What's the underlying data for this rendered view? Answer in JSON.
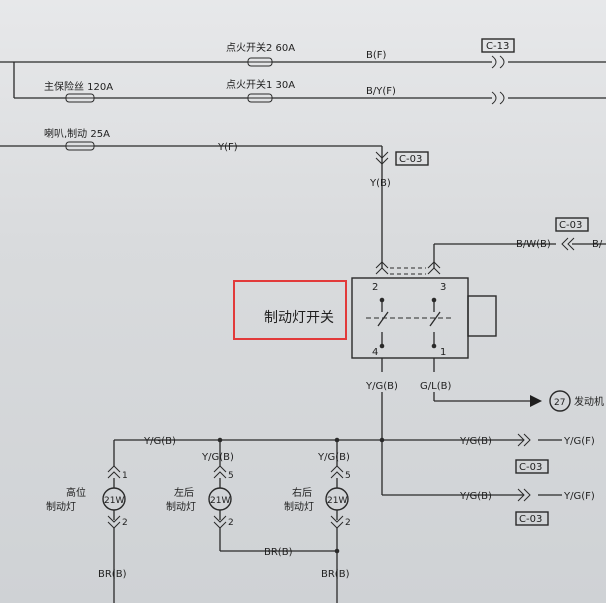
{
  "fuses": {
    "ign2": "点火开关2 60A",
    "ign1": "点火开关1 30A",
    "main": "主保险丝 120A",
    "horn": "喇叭,制动 25A"
  },
  "wires": {
    "bf": "B(F)",
    "byf": "B/Y(F)",
    "yf": "Y(F)",
    "yb": "Y(B)",
    "bwb": "B/W(B)",
    "bw_cut": "B/",
    "ygb_sw": "Y/G(B)",
    "glb": "G/L(B)",
    "ygb_bus": "Y/G(B)",
    "ygb_left": "Y/G(B)",
    "ygb_right": "Y/G(B)",
    "ygb_out1": "Y/G(B)",
    "ygf_out1": "Y/G(F)",
    "ygb_out2": "Y/G(B)",
    "ygf_out2": "Y/G(F)",
    "brb_high": "BR(B)",
    "brb_mid": "BR(B)",
    "brb_right": "BR(B)"
  },
  "connectors": {
    "c13": "C-13",
    "c03_top": "C-03",
    "c03_right": "C-03",
    "c03_out1": "C-03",
    "c03_out2": "C-03"
  },
  "switch": {
    "label": "制动灯开关",
    "pin2": "2",
    "pin3": "3",
    "pin4": "4",
    "pin1": "1"
  },
  "ref": {
    "num": "27",
    "text": "发动机"
  },
  "lamps": {
    "high": {
      "line1": "高位",
      "line2": "制动灯",
      "watt": "21W",
      "pin_top": "1",
      "pin_bot": "2"
    },
    "left": {
      "line1": "左后",
      "line2": "制动灯",
      "watt": "21W",
      "pin_top": "5",
      "pin_bot": "2"
    },
    "right": {
      "line1": "右后",
      "line2": "制动灯",
      "watt": "21W",
      "pin_top": "5",
      "pin_bot": "2"
    }
  },
  "colors": {
    "highlight": "#e23a3a",
    "ink": "#1f1f1f"
  }
}
